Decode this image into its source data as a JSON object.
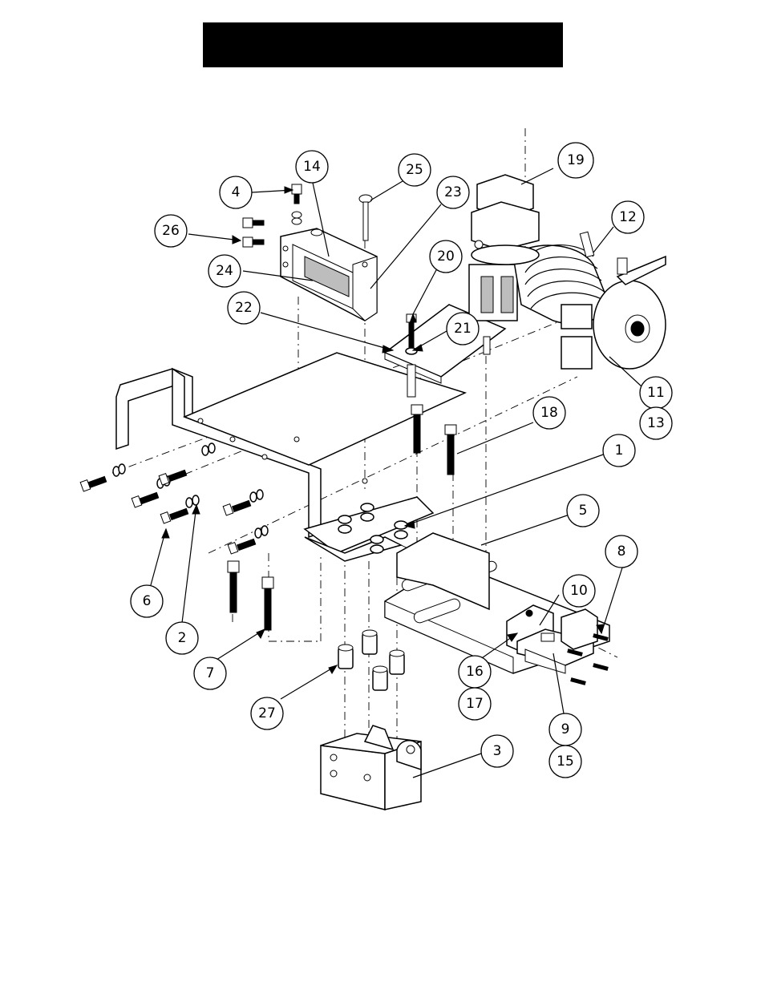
{
  "title": "",
  "callouts": [
    {
      "id": "c4",
      "label": "4"
    },
    {
      "id": "c14",
      "label": "14"
    },
    {
      "id": "c25",
      "label": "25"
    },
    {
      "id": "c23",
      "label": "23"
    },
    {
      "id": "c19",
      "label": "19"
    },
    {
      "id": "c12",
      "label": "12"
    },
    {
      "id": "c26",
      "label": "26"
    },
    {
      "id": "c24",
      "label": "24"
    },
    {
      "id": "c20",
      "label": "20"
    },
    {
      "id": "c22",
      "label": "22"
    },
    {
      "id": "c21",
      "label": "21"
    },
    {
      "id": "c11",
      "label": "11"
    },
    {
      "id": "c13",
      "label": "13"
    },
    {
      "id": "c18",
      "label": "18"
    },
    {
      "id": "c1",
      "label": "1"
    },
    {
      "id": "c5",
      "label": "5"
    },
    {
      "id": "c8",
      "label": "8"
    },
    {
      "id": "c10",
      "label": "10"
    },
    {
      "id": "c6",
      "label": "6"
    },
    {
      "id": "c2",
      "label": "2"
    },
    {
      "id": "c16",
      "label": "16"
    },
    {
      "id": "c17",
      "label": "17"
    },
    {
      "id": "c7",
      "label": "7"
    },
    {
      "id": "c9",
      "label": "9"
    },
    {
      "id": "c15",
      "label": "15"
    },
    {
      "id": "c27",
      "label": "27"
    },
    {
      "id": "c3",
      "label": "3"
    }
  ]
}
